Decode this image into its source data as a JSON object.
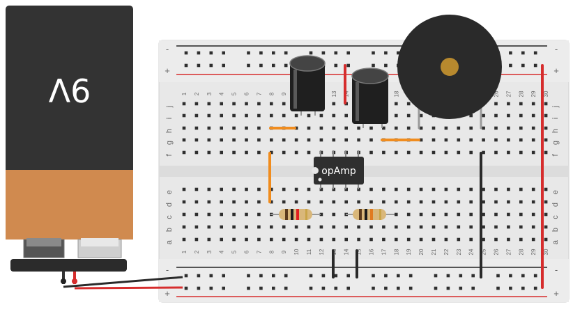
{
  "battery": {
    "label": "9V",
    "body_color": "#333333",
    "band_color": "#d08a4f",
    "terminal_color": "#2b2b2b"
  },
  "breadboard": {
    "columns": 30,
    "rows_top": [
      "j",
      "i",
      "h",
      "g",
      "f"
    ],
    "rows_bottom": [
      "e",
      "d",
      "c",
      "b",
      "a"
    ],
    "rail_minus": "-",
    "rail_plus": "+",
    "board_color": "#e6e6e6",
    "hole_color": "#2e2e2e",
    "rail_red": "#d62d2d",
    "rail_black": "#222222"
  },
  "chip": {
    "label": "opAmp",
    "color": "#2f2f2f"
  },
  "components": {
    "capacitors": [
      "capacitor-1",
      "capacitor-2"
    ],
    "resistors": [
      "resistor-1",
      "resistor-2"
    ],
    "buzzer": {
      "name": "piezo-buzzer",
      "center_color": "#b7892e"
    }
  },
  "wire_colors": {
    "orange": "#f08c1e",
    "black": "#2a2a2a",
    "red": "#d62d2d",
    "gray": "#9a9a9a"
  }
}
